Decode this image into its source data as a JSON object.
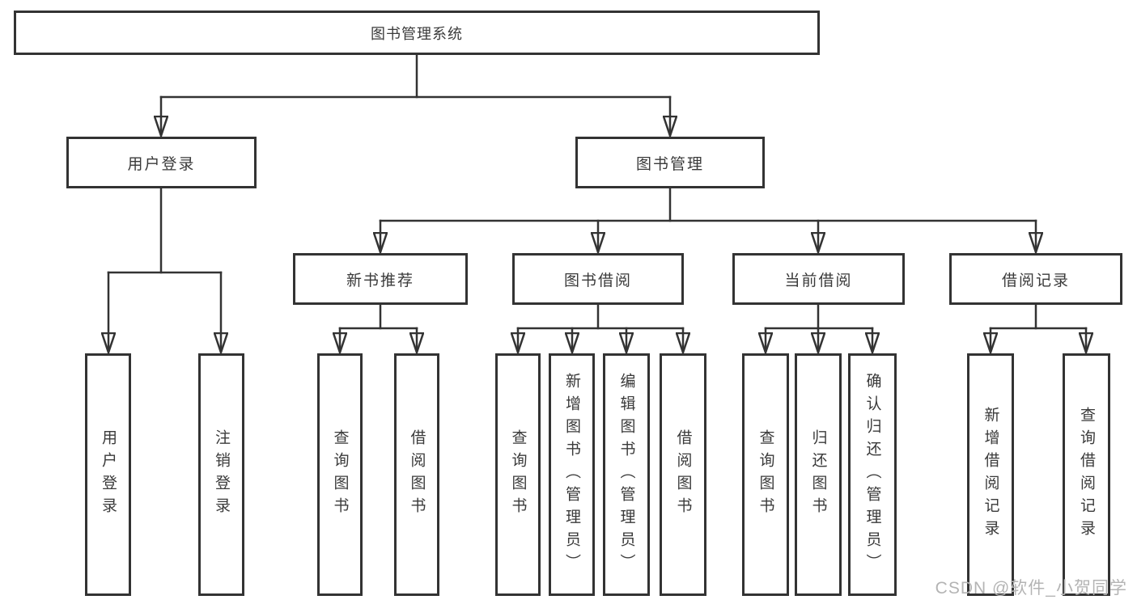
{
  "tree": {
    "root": {
      "label": "图书管理系统"
    },
    "branches": [
      {
        "label": "用户登录",
        "leaves": [
          "用户登录",
          "注销登录"
        ]
      },
      {
        "label": "图书管理",
        "groups": [
          {
            "label": "新书推荐",
            "leaves": [
              "查询图书",
              "借阅图书"
            ]
          },
          {
            "label": "图书借阅",
            "leaves": [
              "查询图书",
              "新增图书（管理员）",
              "编辑图书（管理员）",
              "借阅图书"
            ]
          },
          {
            "label": "当前借阅",
            "leaves": [
              "查询图书",
              "归还图书",
              "确认归还（管理员）"
            ]
          },
          {
            "label": "借阅记录",
            "leaves": [
              "新增借阅记录",
              "查询借阅记录"
            ]
          }
        ]
      }
    ]
  },
  "watermark": {
    "text": "CSDN @软件_小贺同学",
    "color": "#b4b4b4"
  },
  "colors": {
    "line": "#333333",
    "box_border": "#333333",
    "text": "#3a3a3a",
    "background": "#ffffff"
  }
}
